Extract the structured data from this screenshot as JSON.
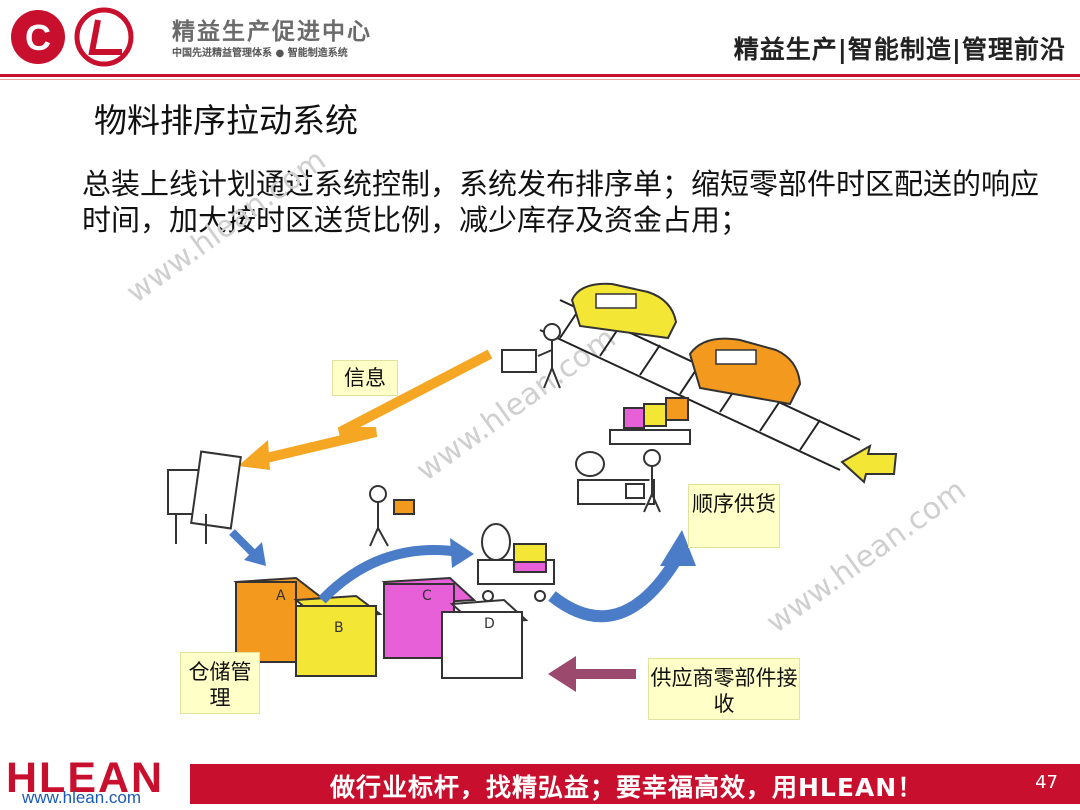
{
  "header": {
    "brand_title": "精益生产促进中心",
    "brand_subtitle": "中国先进精益管理体系 ● 智能制造系统",
    "slogan": "精益生产|智能制造|管理前沿"
  },
  "slide": {
    "title": "物料排序拉动系统",
    "description": "总装上线计划通过系统控制，系统发布排序单；缩短零部件时区配送的响应时间，加大按时区送货比例，减少库存及资金占用；"
  },
  "diagram": {
    "labels": {
      "info": "信息",
      "sequenced_supply": "顺序供货",
      "warehouse": "仓储管理",
      "supplier_receipt": "供应商零部件接收"
    },
    "box_letters": [
      "A",
      "B",
      "C",
      "D"
    ]
  },
  "watermark": "www.hlean.com",
  "footer": {
    "logo_text_red": "HLEAN",
    "url": "www.hlean.com",
    "slogan": "做行业标杆，找精弘益；要幸福高效，用HLEAN！",
    "page_number": "47"
  },
  "colors": {
    "brand_red": "#c8102e",
    "arrow_blue": "#4a7cc7",
    "arrow_orange": "#f5a623",
    "arrow_purple": "#9b4a6e",
    "box_orange": "#f39a1e",
    "box_yellow": "#f4e634",
    "box_magenta": "#e860d8",
    "label_bg": "#ffffc8"
  }
}
